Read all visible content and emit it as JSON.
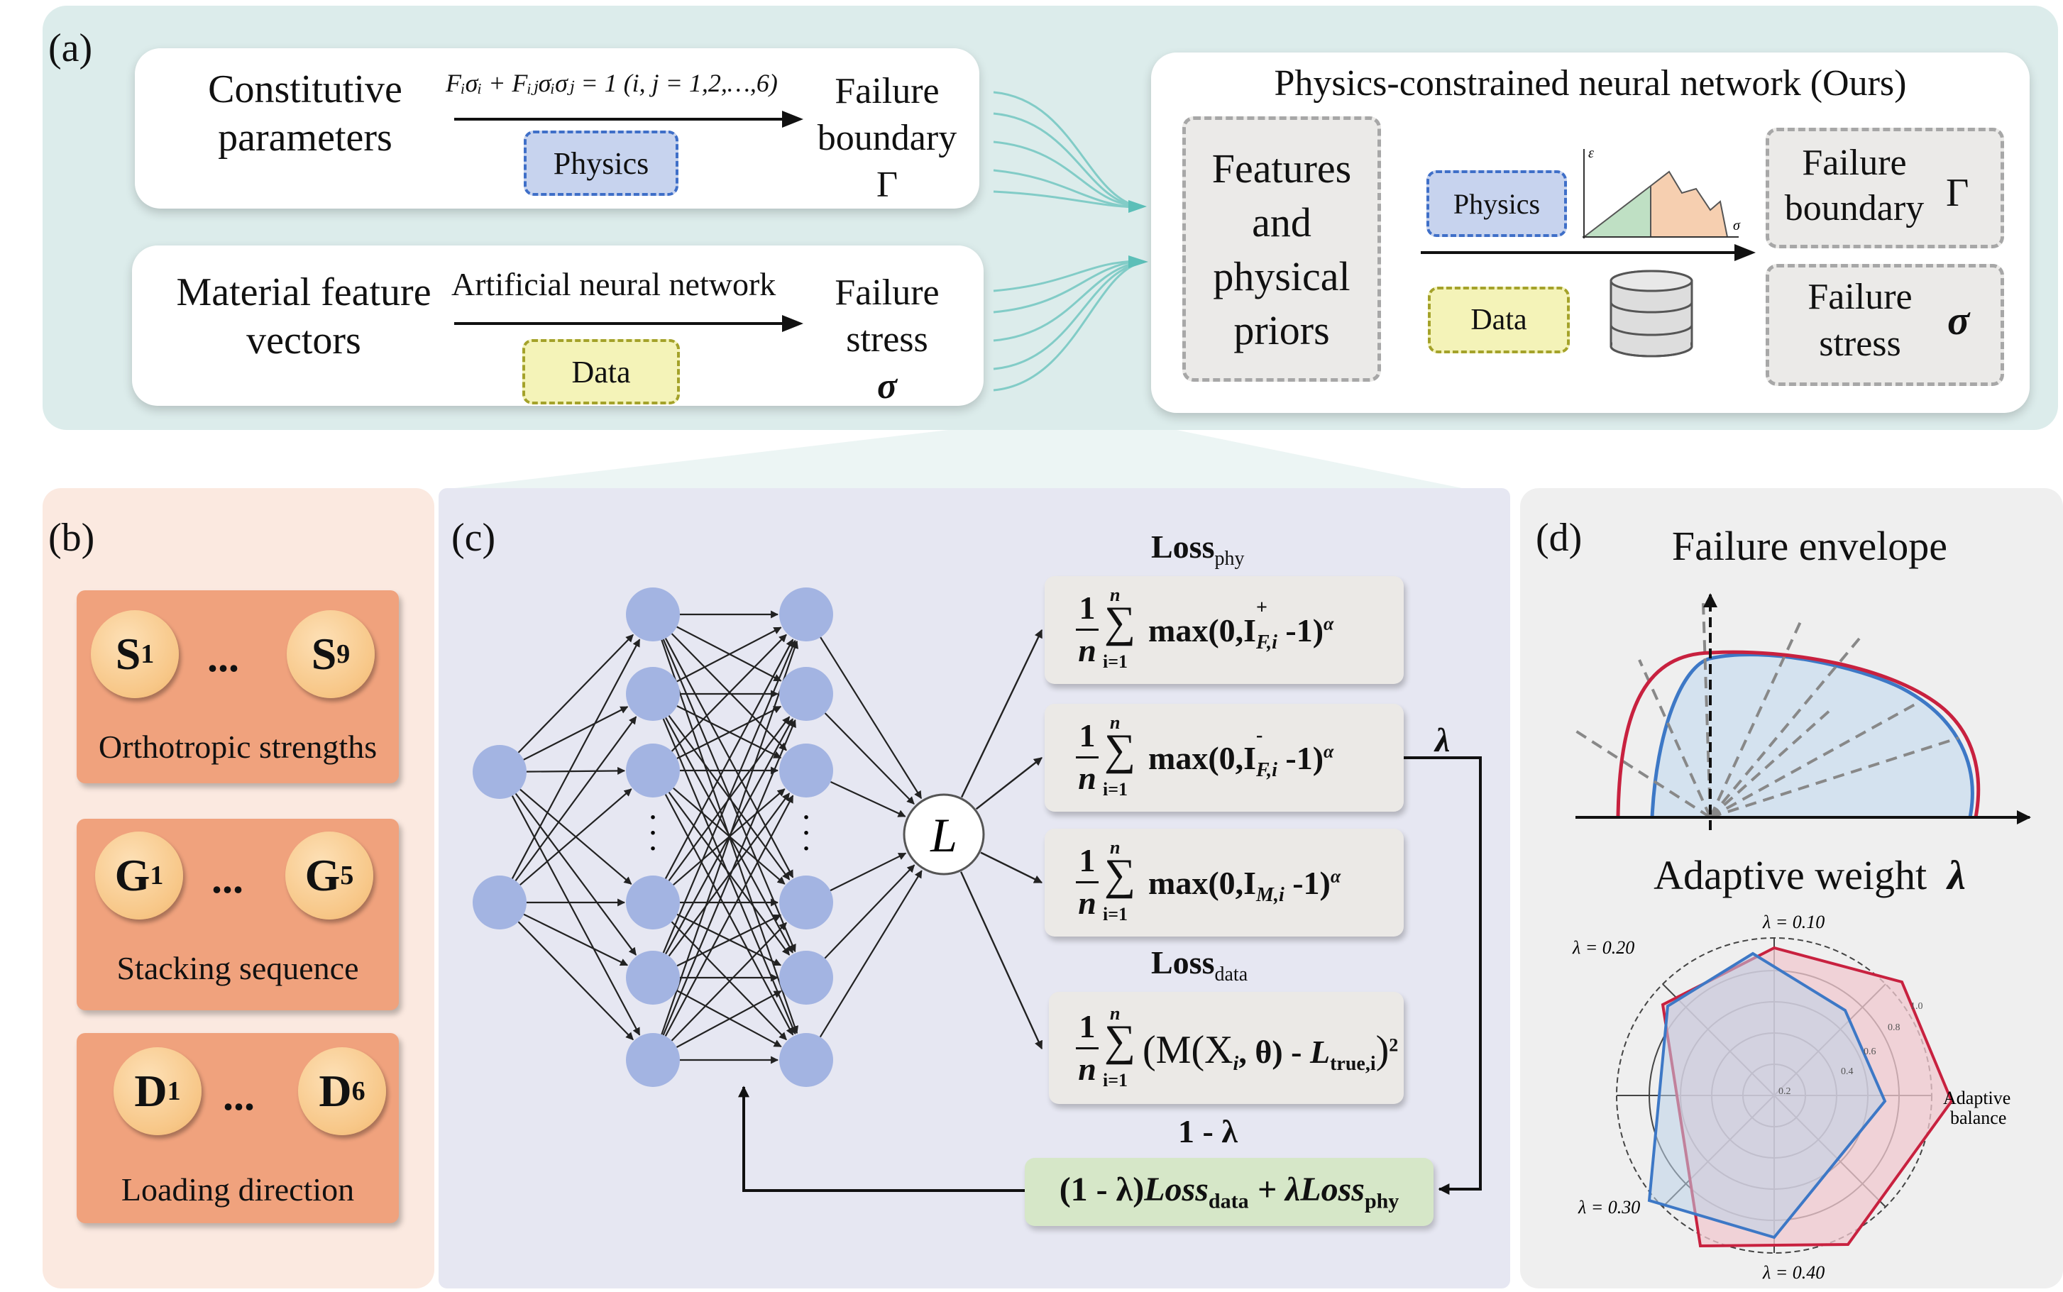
{
  "panel_a": {
    "label": "(a)",
    "top_card": {
      "left_text_l1": "Constitutive",
      "left_text_l2": "parameters",
      "equation": "Fᵢσᵢ + Fᵢⱼσᵢσⱼ = 1   (i, j = 1,2,…,6)",
      "tag": "Physics",
      "right_l1": "Failure",
      "right_l2": "boundary",
      "right_l3": "Γ"
    },
    "bottom_card": {
      "left_text_l1": "Material feature",
      "left_text_l2": "vectors",
      "arrow_label": "Artificial neural network",
      "tag": "Data",
      "right_l1": "Failure",
      "right_l2": "stress",
      "right_l3": "σ"
    },
    "ours_card": {
      "title": "Physics-constrained neural network (Ours)",
      "features_l1": "Features",
      "features_l2": "and",
      "features_l3": "physical",
      "features_l4": "priors",
      "tag_physics": "Physics",
      "tag_data": "Data",
      "mini_chart_y": "ε",
      "mini_chart_x": "σ",
      "out1_l1": "Failure",
      "out1_l2": "boundary",
      "out1_sym": "Γ",
      "out2_l1": "Failure",
      "out2_l2": "stress",
      "out2_sym": "σ"
    }
  },
  "panel_b": {
    "label": "(b)",
    "groups": [
      {
        "first": "S",
        "first_sub": "1",
        "dots": "...",
        "last": "S",
        "last_sub": "9",
        "caption": "Orthotropic strengths"
      },
      {
        "first": "G",
        "first_sub": "1",
        "dots": "...",
        "last": "G",
        "last_sub": "5",
        "caption": "Stacking sequence"
      },
      {
        "first": "D",
        "first_sub": "1",
        "dots": "...",
        "last": "D",
        "last_sub": "6",
        "caption": "Loading direction"
      }
    ]
  },
  "panel_c": {
    "label": "(c)",
    "node_label": "L",
    "vertical_dots": "·",
    "loss_phy": "Loss",
    "loss_phy_sub": "phy",
    "loss_data": "Loss",
    "loss_data_sub": "data",
    "frac_num": "1",
    "frac_den": "n",
    "sum_top": "n",
    "sum_bottom": "i=1",
    "sum_symbol": "∑",
    "eq1_pre": "max(0,I",
    "eq1_sup": "+",
    "eq1_sub": "F,i",
    "eq1_post": " -1)",
    "eq1_exp": "α",
    "eq2_pre": "max(0,I",
    "eq2_sup": "-",
    "eq2_sub": "F,i",
    "eq2_post": " -1)",
    "eq2_exp": "α",
    "eq3_pre": "max(0,I",
    "eq3_sub": "M,i",
    "eq3_post": " -1)",
    "eq3_exp": "α",
    "eq4_open": "(M(X",
    "eq4_sub1": "i",
    "eq4_mid": ", θ) - ",
    "eq4_L": "L",
    "eq4_sub2": "true,i",
    "eq4_close": ")",
    "eq4_exp": "2",
    "lambda": "λ",
    "one_minus_lambda": "1 - λ",
    "combined_a": "(1 - λ)",
    "combined_b": "Loss",
    "combined_b_sub": "data",
    "combined_c": " + λ",
    "combined_d": "Loss",
    "combined_d_sub": "phy"
  },
  "panel_d": {
    "label": "(d)",
    "title1": "Failure envelope",
    "title2": "Adaptive weight",
    "title2_sym": "λ",
    "radar_labels": {
      "top": "λ = 0.10",
      "left_top": "λ = 0.20",
      "left_bottom": "λ = 0.30",
      "bottom": "λ = 0.40",
      "right_l1": "Adaptive",
      "right_l2": "balance"
    },
    "radar_ticks": [
      "0.2",
      "0.4",
      "0.6",
      "0.8",
      "1.0"
    ]
  },
  "colors": {
    "panel_a_bg": "#dceceb",
    "panel_b_bg": "#fbe9e0",
    "panel_c_bg": "#e6e7f2",
    "panel_d_bg": "#efefef",
    "node": "#a3b4e2",
    "envelope_outer": "#c8213f",
    "envelope_inner": "#3d78c6",
    "physics_tag": "#c7d3ee",
    "data_tag": "#f4f3b8"
  }
}
